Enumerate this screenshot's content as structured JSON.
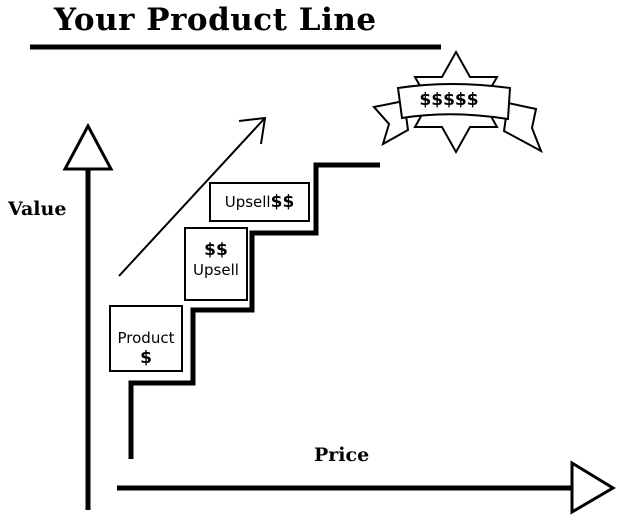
{
  "title": "Your Product Line",
  "axes": {
    "y_label": "Value",
    "x_label": "Price"
  },
  "steps": [
    {
      "line1": "Product",
      "line2": "$"
    },
    {
      "line1": "$$",
      "line2": "Upsell"
    },
    {
      "text": "Upsell",
      "price": "$$"
    }
  ],
  "banner": {
    "text": "$$$$$"
  }
}
